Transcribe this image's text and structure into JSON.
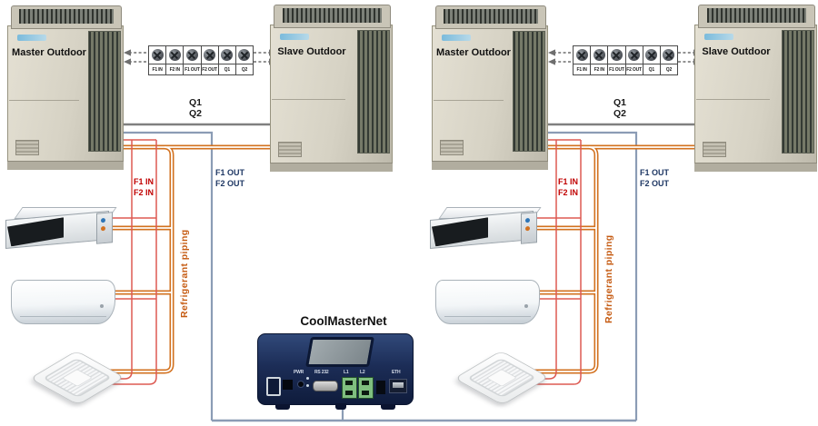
{
  "systems": [
    {
      "master_label": "Master Outdoor",
      "slave_label": "Slave Outdoor",
      "terminals": [
        "F1 IN",
        "F2 IN",
        "F1 OUT",
        "F2 OUT",
        "Q1",
        "Q2"
      ],
      "q_wire_labels": [
        "Q1",
        "Q2"
      ],
      "f_in_labels": [
        "F1 IN",
        "F2 IN"
      ],
      "f_out_labels": [
        "F1 OUT",
        "F2 OUT"
      ],
      "refrigerant_label": "Refrigerant piping"
    },
    {
      "master_label": "Master Outdoor",
      "slave_label": "Slave Outdoor",
      "terminals": [
        "F1 IN",
        "F2 IN",
        "F1 OUT",
        "F2 OUT",
        "Q1",
        "Q2"
      ],
      "q_wire_labels": [
        "Q1",
        "Q2"
      ],
      "f_in_labels": [
        "F1 IN",
        "F2 IN"
      ],
      "f_out_labels": [
        "F1 OUT",
        "F2 OUT"
      ],
      "refrigerant_label": "Refrigerant piping"
    }
  ],
  "controller": {
    "title": "CoolMasterNet",
    "port_labels": {
      "pwr": "PWR",
      "rs232": "RS 232",
      "l1": "L1",
      "l2": "L2",
      "eth": "ETH"
    }
  },
  "colors": {
    "q_wire_gray": "#7f7f7f",
    "f_out_blue": "#8b9cb5",
    "f_in_red": "#dd5a52",
    "refrigerant_orange": "#d2711f",
    "arrow_gray": "#6e6e6e",
    "label_red": "#c00000",
    "label_navy": "#1f3864",
    "label_orange": "#c55a11"
  }
}
